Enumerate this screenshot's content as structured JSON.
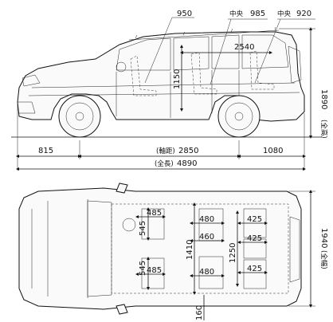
{
  "side_view": {
    "callout_seat_front": "950",
    "callout_seat_center_label": "中央",
    "callout_seat_center": "985",
    "callout_seat_rear_label": "中央",
    "callout_seat_rear": "920",
    "interior_length": "2540",
    "interior_height": "1150",
    "overall_height": "1890",
    "overall_height_label": "(全高)",
    "front_overhang": "815",
    "wheelbase": "2850",
    "wheelbase_label": "(軸距)",
    "rear_overhang": "1080",
    "overall_length": "4890",
    "overall_length_label": "(全長)"
  },
  "top_view": {
    "front_seat_width": "485",
    "front_seat_width_lower": "485",
    "front_seat_depth": "545",
    "front_seat_depth_lower": "545",
    "second_row_width": "480",
    "second_row_width_lower": "480",
    "second_row_gap": "460",
    "third_row_width": "425",
    "third_row_width_mid": "425",
    "third_row_width_lower": "425",
    "cabin_width": "1410",
    "third_row_span": "1250",
    "overall_width": "1940",
    "overall_width_label": "(全幅)",
    "bottom_dimension": "160"
  }
}
